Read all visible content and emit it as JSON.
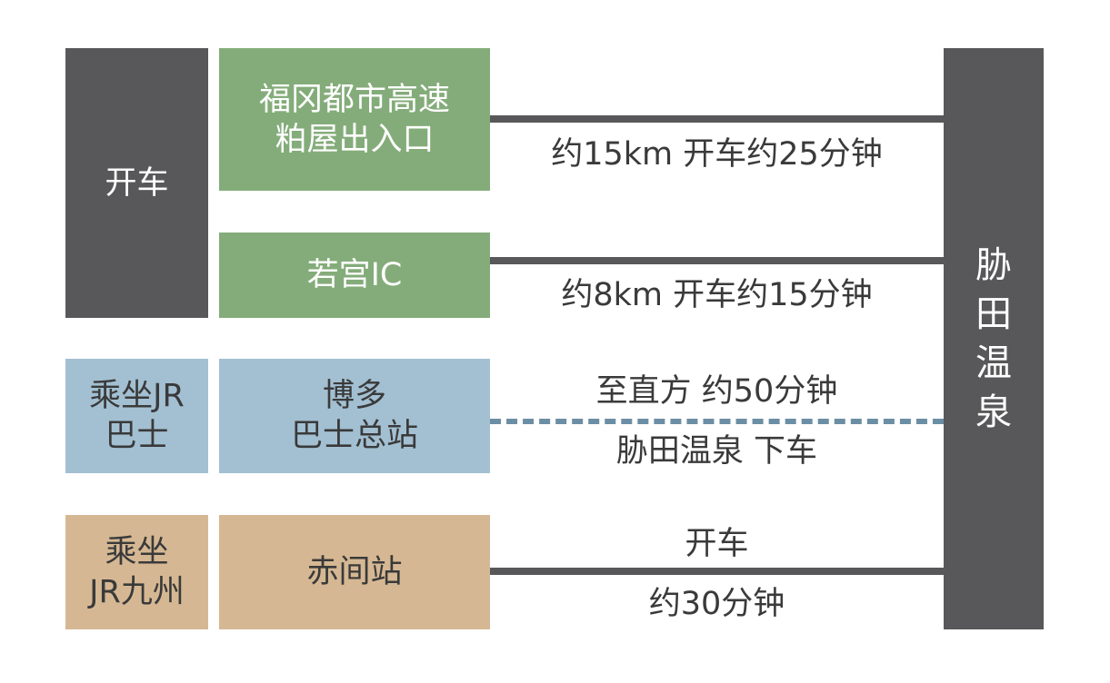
{
  "drive": {
    "label": "开车"
  },
  "fukuoka_exit": {
    "label": "福冈都市高速\n粕屋出入口"
  },
  "wakamiya_ic": {
    "label": "若宫IC"
  },
  "route_fukuoka": {
    "text": "约15km  开车约25分钟"
  },
  "route_wakamiya": {
    "text": "约8km  开车约15分钟"
  },
  "jr_bus": {
    "label": "乘坐JR\n巴士"
  },
  "hakata_bus": {
    "label": "博多\n巴士总站"
  },
  "route_bus": {
    "above": "至直方   约50分钟",
    "below": "胁田温泉 下车"
  },
  "jr_kyushu": {
    "label": "乘坐\nJR九州"
  },
  "akama": {
    "label": "赤间站"
  },
  "route_akama": {
    "above": "开车",
    "below": "约30分钟"
  },
  "destination": {
    "label": "胁田温泉"
  },
  "colors": {
    "dark": "#58585a",
    "green": "#84ac7a",
    "blue": "#a3c0d2",
    "tan": "#d5b893",
    "dash": "#6c8ea5"
  }
}
